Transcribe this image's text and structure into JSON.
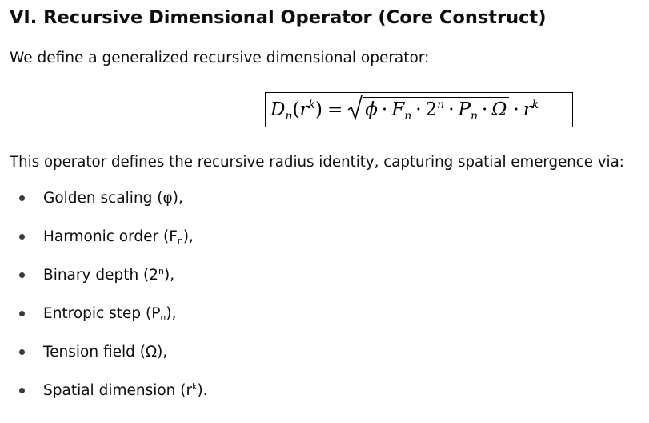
{
  "heading": "VI. Recursive Dimensional Operator (Core Construct)",
  "intro": "We define a generalized recursive dimensional operator:",
  "formula": {
    "lhs_symbol": "D",
    "lhs_sub": "n",
    "lhs_open": "(",
    "lhs_arg": "r",
    "lhs_arg_sup": "k",
    "lhs_close": ")",
    "equals": "=",
    "phi": "ϕ",
    "dot": "·",
    "F": "F",
    "F_sub": "n",
    "two": "2",
    "two_sup": "n",
    "P": "P",
    "P_sub": "n",
    "omega": "Ω",
    "r": "r",
    "r_sup": "k"
  },
  "description": "This operator defines the recursive radius identity, capturing spatial emergence via:",
  "bullets": [
    {
      "text": "Golden scaling (φ),",
      "script": "",
      "script_type": "",
      "suffix": ""
    },
    {
      "text": "Harmonic order (F",
      "script": "n",
      "script_type": "sub",
      "suffix": "),"
    },
    {
      "text": "Binary depth (2",
      "script": "n",
      "script_type": "sup",
      "suffix": "),"
    },
    {
      "text": "Entropic step (P",
      "script": "n",
      "script_type": "sub",
      "suffix": "),"
    },
    {
      "text": "Tension field (Ω),",
      "script": "",
      "script_type": "",
      "suffix": ""
    },
    {
      "text": "Spatial dimension (r",
      "script": "k",
      "script_type": "sup",
      "suffix": ")."
    }
  ]
}
